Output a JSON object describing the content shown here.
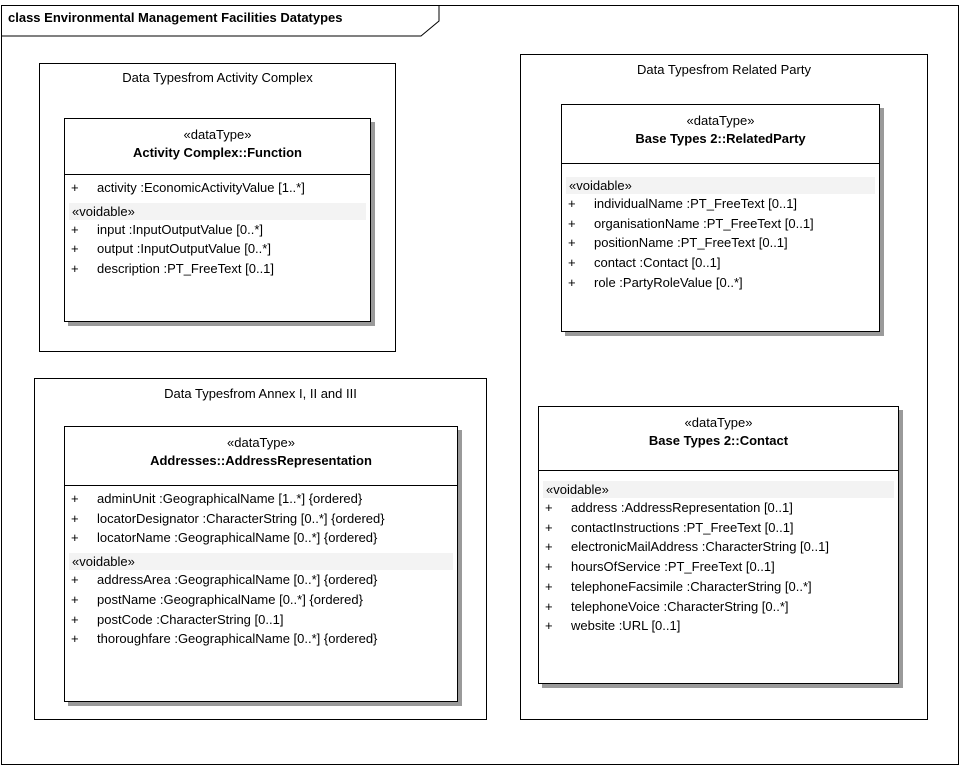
{
  "frame": {
    "title": "class Environmental Management Facilities Datatypes"
  },
  "packages": {
    "activity": {
      "title": "Data Typesfrom Activity Complex",
      "class": {
        "stereotype": "«dataType»",
        "name": "Activity Complex::Function",
        "attributes": [
          {
            "vis": "+",
            "text": "activity  :EconomicActivityValue [1..*]"
          }
        ],
        "voidable_label": "«voidable»",
        "voidable": [
          {
            "vis": "+",
            "text": "input  :InputOutputValue [0..*]"
          },
          {
            "vis": "+",
            "text": "output  :InputOutputValue [0..*]"
          },
          {
            "vis": "+",
            "text": "description  :PT_FreeText [0..1]"
          }
        ]
      }
    },
    "annex": {
      "title": "Data Typesfrom Annex I, II and III",
      "class": {
        "stereotype": "«dataType»",
        "name": "Addresses::AddressRepresentation",
        "attributes": [
          {
            "vis": "+",
            "text": "adminUnit  :GeographicalName [1..*] {ordered}"
          },
          {
            "vis": "+",
            "text": "locatorDesignator  :CharacterString [0..*] {ordered}"
          },
          {
            "vis": "+",
            "text": "locatorName  :GeographicalName [0..*] {ordered}"
          }
        ],
        "voidable_label": "«voidable»",
        "voidable": [
          {
            "vis": "+",
            "text": "addressArea  :GeographicalName [0..*] {ordered}"
          },
          {
            "vis": "+",
            "text": "postName  :GeographicalName [0..*] {ordered}"
          },
          {
            "vis": "+",
            "text": "postCode  :CharacterString [0..1]"
          },
          {
            "vis": "+",
            "text": "thoroughfare  :GeographicalName [0..*] {ordered}"
          }
        ]
      }
    },
    "related": {
      "title": "Data Typesfrom Related Party",
      "party": {
        "stereotype": "«dataType»",
        "name": "Base Types 2::RelatedParty",
        "voidable_label": "«voidable»",
        "voidable": [
          {
            "vis": "+",
            "text": "individualName  :PT_FreeText [0..1]"
          },
          {
            "vis": "+",
            "text": "organisationName  :PT_FreeText [0..1]"
          },
          {
            "vis": "+",
            "text": "positionName  :PT_FreeText [0..1]"
          },
          {
            "vis": "+",
            "text": "contact  :Contact [0..1]"
          },
          {
            "vis": "+",
            "text": "role  :PartyRoleValue [0..*]"
          }
        ]
      },
      "contact": {
        "stereotype": "«dataType»",
        "name": "Base Types 2::Contact",
        "voidable_label": "«voidable»",
        "voidable": [
          {
            "vis": "+",
            "text": "address  :AddressRepresentation [0..1]"
          },
          {
            "vis": "+",
            "text": "contactInstructions  :PT_FreeText [0..1]"
          },
          {
            "vis": "+",
            "text": "electronicMailAddress  :CharacterString [0..1]"
          },
          {
            "vis": "+",
            "text": "hoursOfService  :PT_FreeText [0..1]"
          },
          {
            "vis": "+",
            "text": "telephoneFacsimile  :CharacterString [0..*]"
          },
          {
            "vis": "+",
            "text": "telephoneVoice  :CharacterString [0..*]"
          },
          {
            "vis": "+",
            "text": "website  :URL [0..1]"
          }
        ]
      }
    }
  }
}
